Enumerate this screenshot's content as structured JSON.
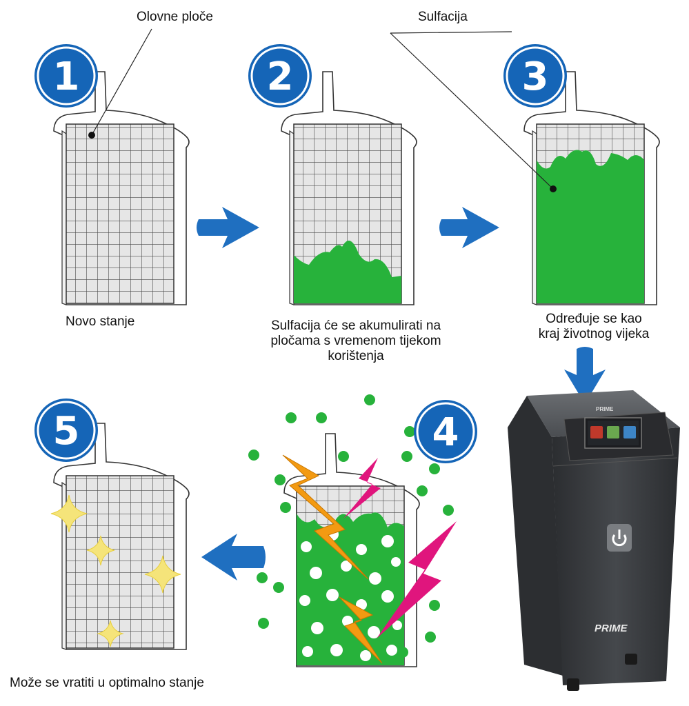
{
  "labels": {
    "lead_plates": "Olovne ploče",
    "sulfation": "Sulfacija",
    "new_state": "Novo stanje",
    "sulfation_accumulate_1": "Sulfacija će se akumulirati na",
    "sulfation_accumulate_2": "pločama s vremenom tijekom",
    "sulfation_accumulate_3": "korištenja",
    "end_of_life_1": "Određuje se kao",
    "end_of_life_2": "kraj životnog vijeka",
    "restore_optimal": "Može se vratiti u optimalno stanje"
  },
  "steps": [
    {
      "number": "1"
    },
    {
      "number": "2"
    },
    {
      "number": "3"
    },
    {
      "number": "4"
    },
    {
      "number": "5"
    }
  ],
  "device": {
    "brand_top": "PRIME",
    "brand_front": "PRIME",
    "screen_buttons": [
      "",
      "",
      ""
    ]
  },
  "colors": {
    "badge_blue": "#1565b7",
    "arrow_blue": "#1f6fc0",
    "sulfation_green": "#27b23b",
    "grid_fill": "#e4e4e4",
    "bolt_orange": "#f39a12",
    "bolt_magenta": "#e0157d",
    "sparkle_yellow": "#f5e47a",
    "device_body": "#3a3c3f"
  }
}
